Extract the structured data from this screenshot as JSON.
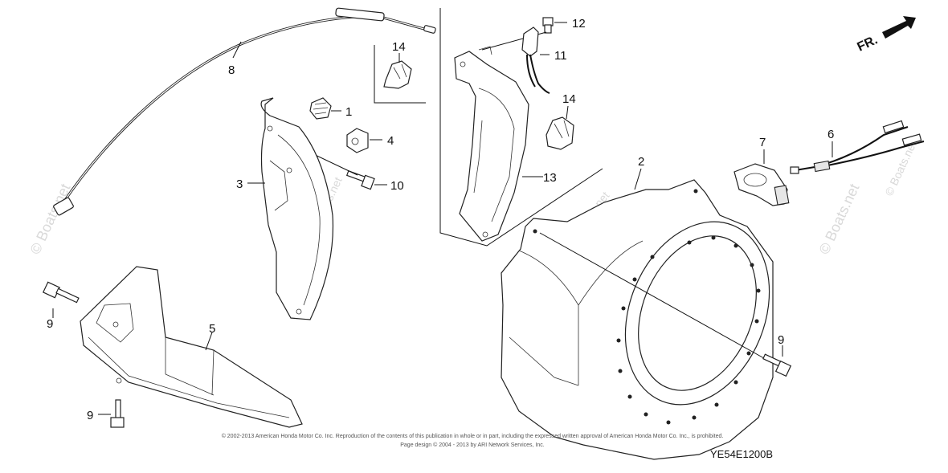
{
  "watermark": {
    "vertical_left": "© Boats.net",
    "vertical_right": "© Boats.net",
    "faint_1": "© Boats.net",
    "faint_2": "© Boats.net",
    "faint_3": "© Boats.net"
  },
  "direction_indicator": {
    "text": "FR."
  },
  "callouts": {
    "p1": "1",
    "p2": "2",
    "p3": "3",
    "p4": "4",
    "p5": "5",
    "p6": "6",
    "p7": "7",
    "p8": "8",
    "p9a": "9",
    "p9b": "9",
    "p9c": "9",
    "p10": "10",
    "p11": "11",
    "p12": "12",
    "p13": "13",
    "p14a": "14",
    "p14b": "14"
  },
  "footer": {
    "copyright_line1": "© 2002-2013 American Honda Motor Co. Inc. Reproduction of the contents of this publication in whole or in part, including the expressed written approval of American Honda Motor Co. Inc., is prohibited.",
    "copyright_line2": "Page design © 2004 - 2013 by ARI Network Services, Inc.",
    "diagram_code": "YE54E1200B"
  }
}
